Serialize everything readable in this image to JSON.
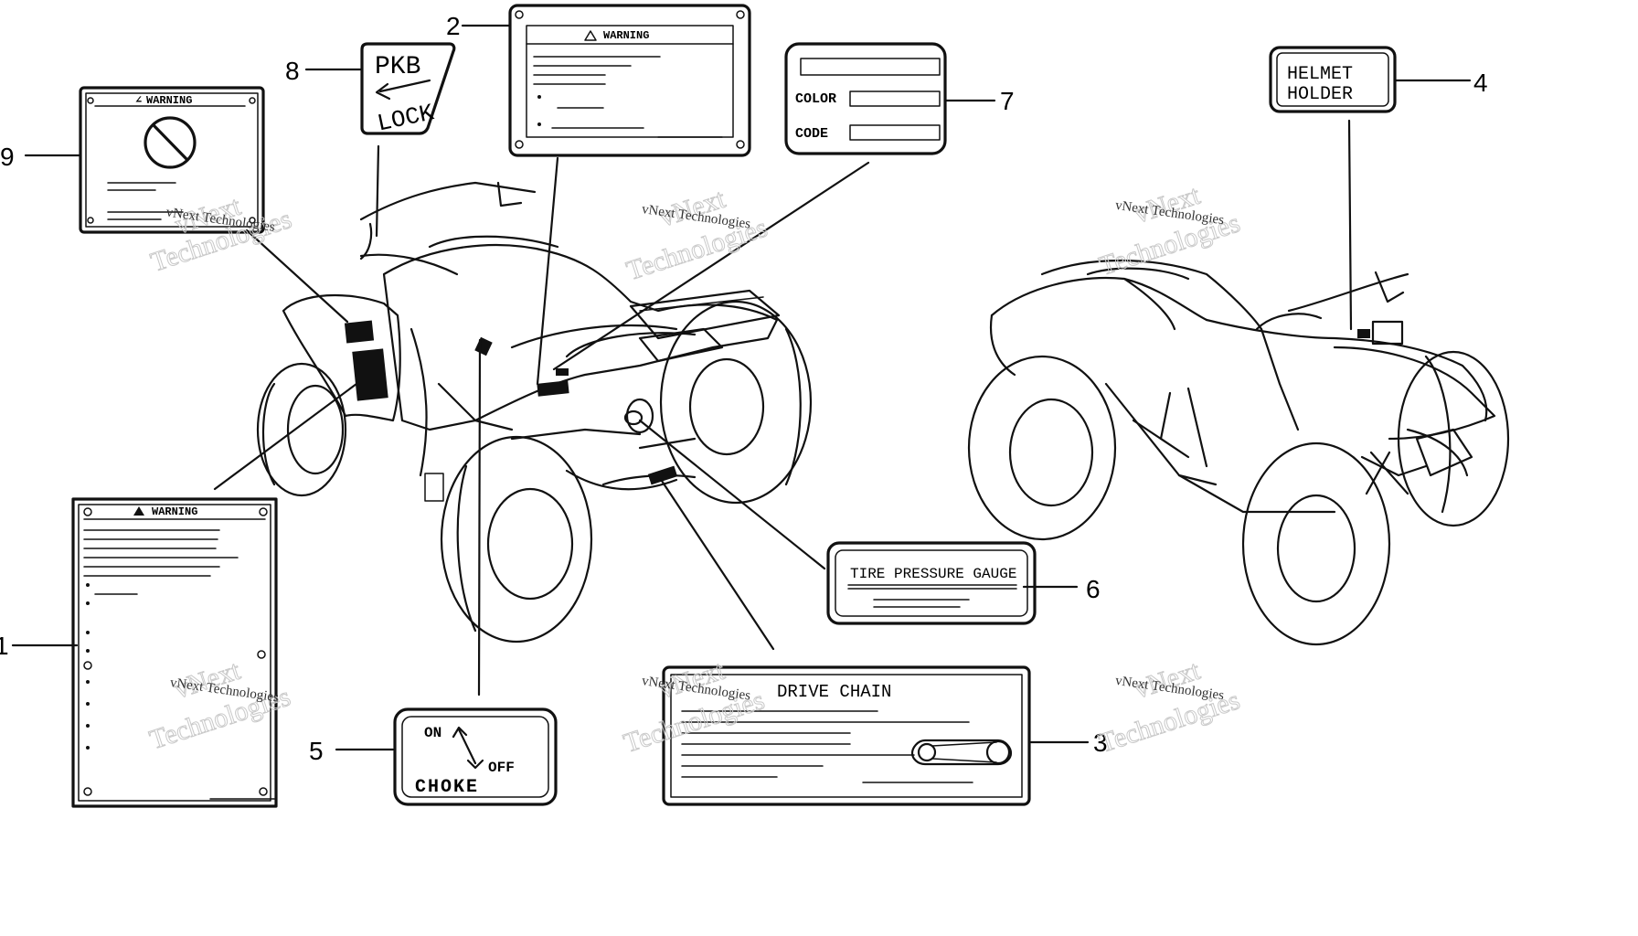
{
  "callouts": {
    "n1": "1",
    "n2": "2",
    "n3": "3",
    "n4": "4",
    "n5": "5",
    "n6": "6",
    "n7": "7",
    "n8": "8",
    "n9": "9"
  },
  "labels": {
    "warning_small": "WARNING",
    "warning_main": "WARNING",
    "warning_large": "WARNING",
    "color": "COLOR",
    "code": "CODE",
    "helmet_line1": "HELMET",
    "helmet_line2": "HOLDER",
    "pkb": "PKB",
    "lock": "LOCK",
    "tire_pressure_gauge": "TIRE PRESSURE GAUGE",
    "drive_chain": "DRIVE CHAIN",
    "choke_on": "ON",
    "choke_off": "OFF",
    "choke": "CHOKE"
  },
  "watermark": {
    "brand_top": "vNext",
    "brand_bottom": "Technologies",
    "small_text": "vNext Technologies"
  },
  "colors": {
    "ink": "#111111",
    "watermark": "#c9c9c9",
    "background": "#ffffff"
  }
}
